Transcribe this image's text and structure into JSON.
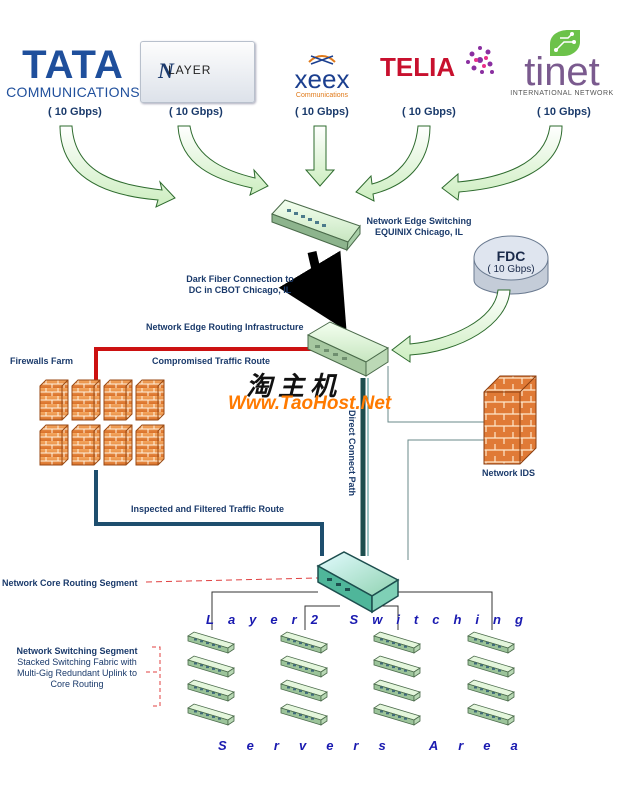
{
  "providers": [
    {
      "name": "TATA",
      "subtitle": "COMMUNICATIONS",
      "bandwidth": "( 10 Gbps)"
    },
    {
      "name": "LAYER",
      "subtitle": "",
      "bandwidth": "( 10 Gbps)"
    },
    {
      "name": "xeex",
      "subtitle": "Communications",
      "bandwidth": "( 10 Gbps)"
    },
    {
      "name": "TELIA",
      "subtitle": "",
      "bandwidth": "( 10 Gbps)"
    },
    {
      "name": "tinet",
      "subtitle": "INTERNATIONAL NETWORK",
      "bandwidth": "( 10 Gbps)"
    }
  ],
  "nlayer_mark": "N",
  "edge_switching": {
    "line1": "Network Edge Switching",
    "line2": "EQUINIX Chicago, IL"
  },
  "fdc": {
    "name": "FDC",
    "bandwidth": "( 10 Gbps)"
  },
  "dark_fiber": {
    "line1": "Dark Fiber Connection to",
    "line2": "DC in CBOT Chicago, IL"
  },
  "edge_routing": "Network Edge Routing Infrastructure",
  "firewalls_farm": "Firewalls Farm",
  "compromised_route": "Compromised Traffic Route",
  "watermark": {
    "chinese": "淘主机",
    "url": "Www.TaoHost.Net"
  },
  "direct_connect": "Direct Connect Path",
  "network_ids": "Network IDS",
  "inspected_route": "Inspected and Filtered Traffic Route",
  "core_routing": "Network Core Routing Segment",
  "layer2": "Layer2 Switching",
  "switching_segment": {
    "title": "Network Switching Segment",
    "line1": "Stacked Switching Fabric with",
    "line2": "Multi-Gig Redundant Uplink to",
    "line3": "Core Routing"
  },
  "servers_area": "Servers Area",
  "colors": {
    "compromised_route": "#cc1111",
    "inspected_route": "#1e4e6e",
    "label_text": "#1a3a6b",
    "arrow_fill": "#e8f8e0",
    "arrow_stroke": "#2e6b2e",
    "spaced_text": "#1a1ab0"
  }
}
